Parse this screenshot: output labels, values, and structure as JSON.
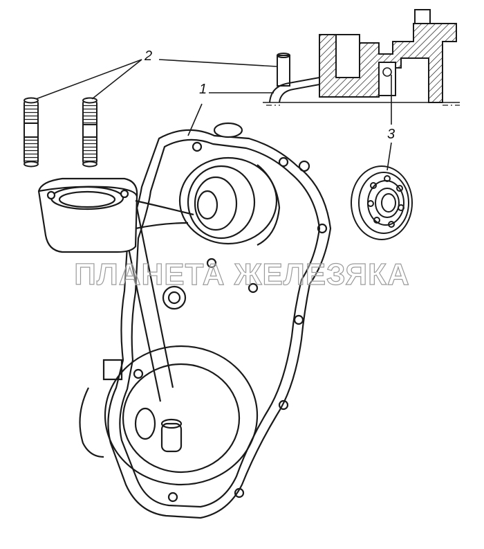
{
  "callouts": {
    "part_1": "1",
    "part_2": "2",
    "part_3": "3"
  },
  "watermark": "ПЛАНЕТА ЖЕЛЕЗЯКА",
  "colors": {
    "line": "#1a1a1a",
    "hatch": "#1a1a1a",
    "watermark_stroke": "#9a9a9a"
  }
}
